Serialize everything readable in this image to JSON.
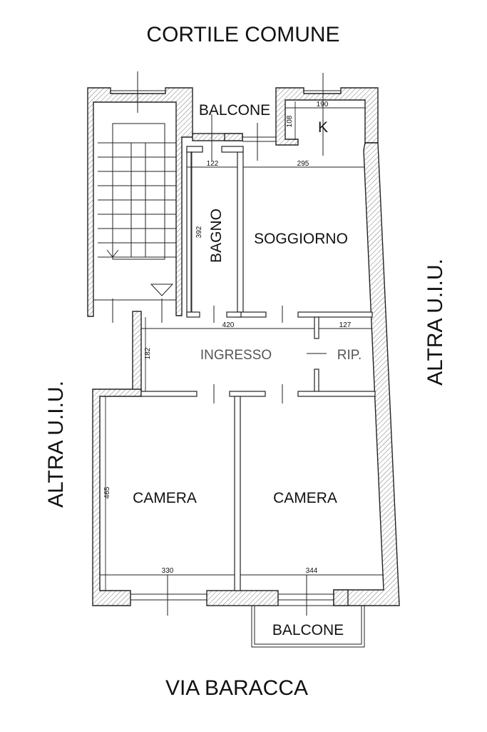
{
  "streets": {
    "top": "CORTILE COMUNE",
    "bottom": "VIA BARACCA",
    "left": "ALTRA U.I.U.",
    "right": "ALTRA U.I.U."
  },
  "rooms": {
    "balcone_top": "BALCONE",
    "kitchen": "K",
    "bagno": "BAGNO",
    "soggiorno": "SOGGIORNO",
    "ingresso": "INGRESSO",
    "rip": "RIP.",
    "camera_left": "CAMERA",
    "camera_right": "CAMERA",
    "balcone_bottom": "BALCONE"
  },
  "dimensions": {
    "kitchen_width": "190",
    "kitchen_depth": "108",
    "bagno_width": "122",
    "soggiorno_width": "295",
    "bagno_length": "392",
    "ingresso_width": "420",
    "rip_width": "127",
    "ingresso_depth": "182",
    "camera_left_length": "465",
    "camera_left_width": "330",
    "camera_right_width": "344"
  }
}
